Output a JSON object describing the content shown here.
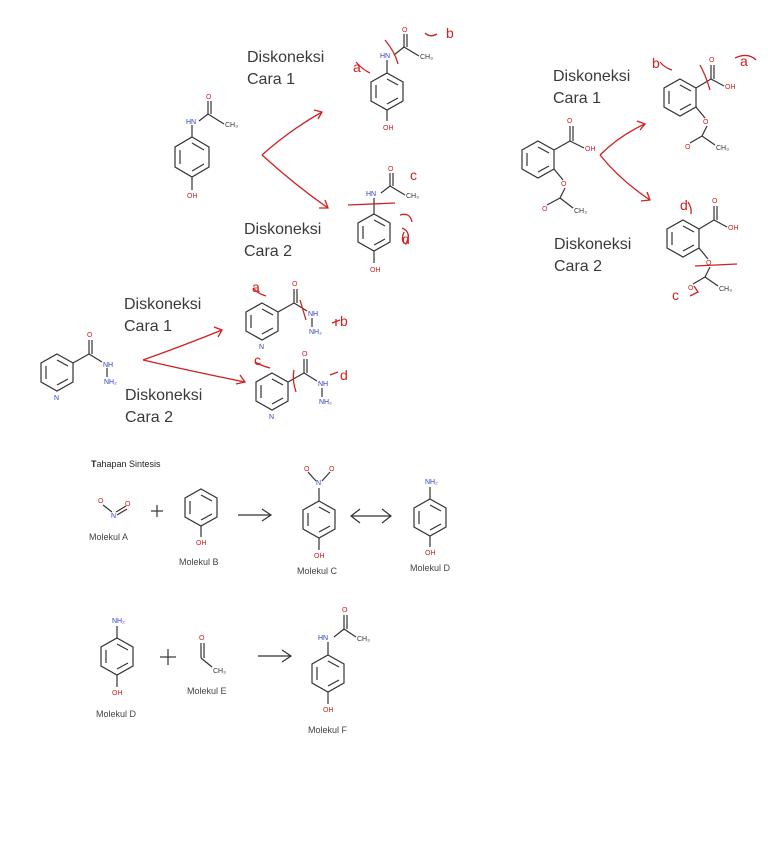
{
  "disconnections": {
    "top_left": {
      "cara1": [
        "Diskoneksi",
        "Cara 1"
      ],
      "cara2": [
        "Diskoneksi",
        "Cara 2"
      ]
    },
    "top_right": {
      "cara1": [
        "Diskoneksi",
        "Cara 1"
      ],
      "cara2": [
        "Diskoneksi",
        "Cara 2"
      ]
    },
    "middle_left": {
      "cara1": [
        "Diskoneksi",
        "Cara 1"
      ],
      "cara2": [
        "Diskoneksi",
        "Cara 2"
      ]
    }
  },
  "annotations": [
    "a",
    "b",
    "c",
    "d"
  ],
  "atoms": {
    "o": "O",
    "oh": "OH",
    "hn": "HN",
    "nh": "NH",
    "nh2": "NH₂",
    "ch3": "CH₃",
    "n": "N"
  },
  "synthesis": {
    "title_bold": "T",
    "title_rest": "ahapan Sintesis",
    "molecules": {
      "a": "Molekul A",
      "b": "Molekul B",
      "c": "Molekul C",
      "d": "Molekul D",
      "d2": "Molekul D",
      "e": "Molekul E",
      "f": "Molekul F"
    },
    "plus": "+"
  },
  "colors": {
    "annotation_red": "#d02020",
    "nitrogen_blue": "#3040c0",
    "oxygen_red": "#d02020"
  }
}
